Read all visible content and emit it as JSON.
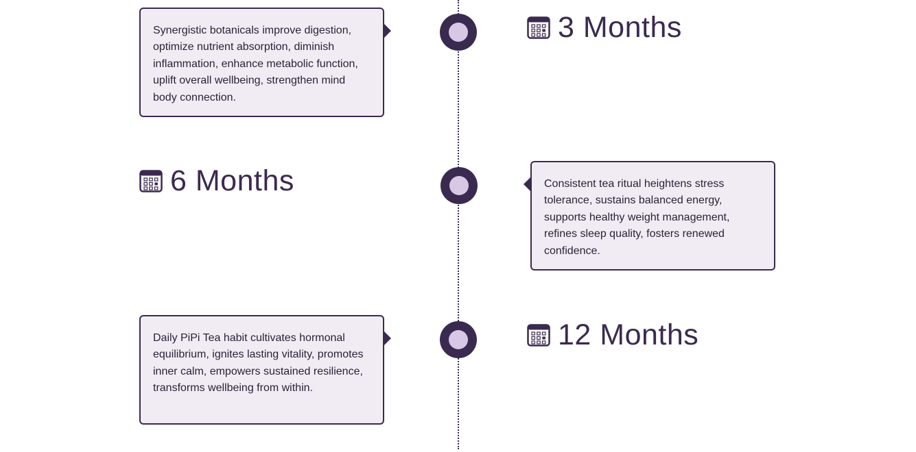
{
  "timeline": {
    "entries": [
      {
        "period_label": "3 Months",
        "icon": "calendar-icon",
        "description": "Synergistic botanicals improve digestion, optimize nutrient absorption, diminish inflammation, enhance metabolic function, uplift overall wellbeing, strengthen mind body connection."
      },
      {
        "period_label": "6 Months",
        "icon": "calendar-icon",
        "description": "Consistent tea ritual heightens stress tolerance, sustains balanced energy, supports healthy weight management, refines sleep quality, fosters renewed confidence."
      },
      {
        "period_label": "12 Months",
        "icon": "calendar-icon",
        "description": "Daily PiPi Tea habit cultivates hormonal equilibrium, ignites lasting vitality, promotes inner calm, empowers sustained resilience, transforms wellbeing from within."
      }
    ]
  },
  "colors": {
    "primary": "#3b2a4f",
    "marker_inner": "#d8c8e6",
    "card_background": "#f1ecf3",
    "background": "#ffffff"
  }
}
